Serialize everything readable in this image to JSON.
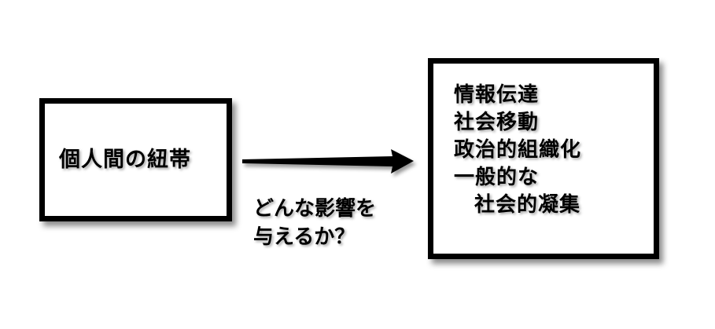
{
  "left_box": {
    "text": "個人間の紐帯"
  },
  "right_box": {
    "lines": [
      "情報伝達",
      "社会移動",
      "政治的組織化",
      "一般的な",
      "社会的凝集"
    ]
  },
  "question": {
    "line1": "どんな影響を",
    "line2": "与えるか？"
  },
  "colors": {
    "border": "#000000",
    "background": "#ffffff",
    "text": "#000000"
  }
}
